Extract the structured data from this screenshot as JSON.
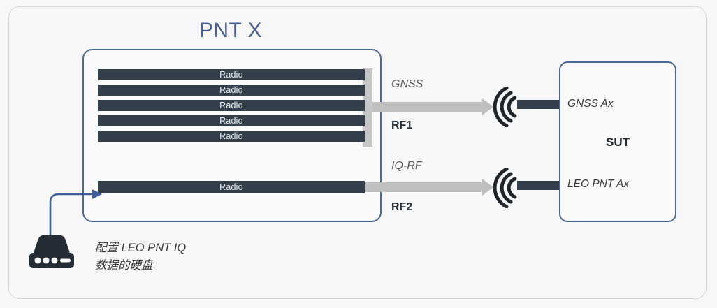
{
  "diagram": {
    "background_color": "#f7f7f7",
    "accent_blue": "#4c6898",
    "title_color": "#4a6091",
    "radio_bar_color": "#333f4b",
    "arrow_gray": "#bfbfbf"
  },
  "pnt": {
    "title": "PNT X",
    "radios": [
      {
        "label": "Radio"
      },
      {
        "label": "Radio"
      },
      {
        "label": "Radio"
      },
      {
        "label": "Radio"
      },
      {
        "label": "Radio"
      }
    ],
    "iq_radio": {
      "label": "Radio"
    }
  },
  "paths": [
    {
      "signal_label": "GNSS",
      "rf_label": "RF1",
      "antenna_icon": "antenna-signal-icon",
      "sut_port": "GNSS Ax"
    },
    {
      "signal_label": "IQ-RF",
      "rf_label": "RF2",
      "antenna_icon": "antenna-signal-icon",
      "sut_port": "LEO PNT Ax"
    }
  ],
  "sut": {
    "title": "SUT",
    "ports": [
      "GNSS Ax",
      "LEO PNT Ax"
    ]
  },
  "storage": {
    "icon": "hard-disk-icon",
    "caption_line1": "配置 LEO PNT IQ",
    "caption_line2": "数据的硬盘",
    "caption": "配置 LEO PNT IQ\n数据的硬盘"
  }
}
